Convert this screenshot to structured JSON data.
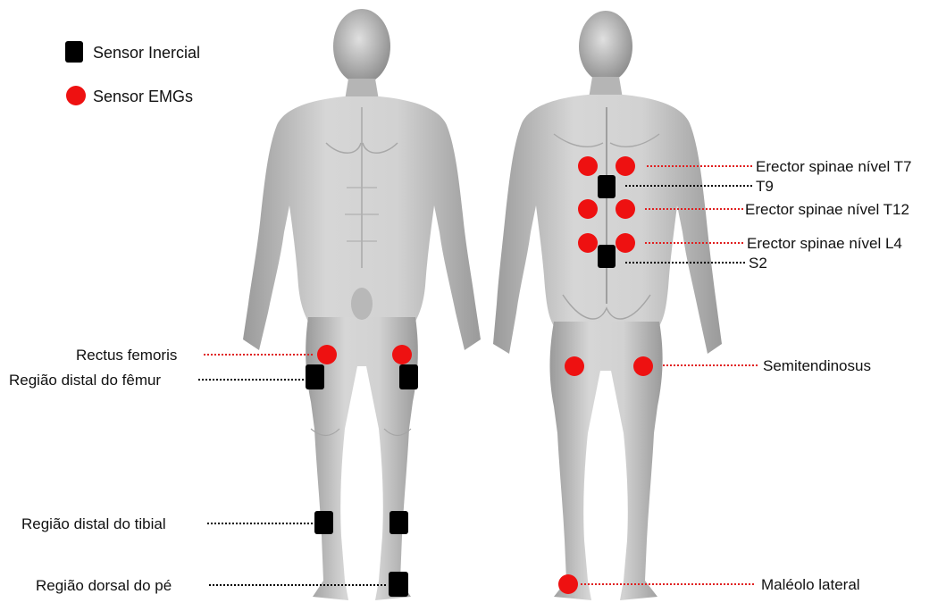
{
  "legend": {
    "inertial_label": "Sensor Inercial",
    "emg_label": "Sensor EMGs"
  },
  "front_labels": {
    "rectus_femoris": "Rectus femoris",
    "distal_femur": "Região distal do fêmur",
    "distal_tibial": "Região distal do tibial",
    "dorsal_foot": "Região dorsal do pé"
  },
  "back_labels": {
    "erector_t7": "Erector spinae nível T7",
    "t9": "T9",
    "erector_t12": "Erector spinae nível T12",
    "erector_l4": "Erector spinae nível L4",
    "s2": "S2",
    "semitendinosus": "Semitendinosus",
    "lateral_malleolus": "Maléolo lateral"
  },
  "colors": {
    "emg_sensor": "#ee1111",
    "inertial_sensor": "#000000",
    "emg_leader": "#e02020",
    "inertial_leader": "#000000",
    "body_fill": "#c9c9c9"
  }
}
